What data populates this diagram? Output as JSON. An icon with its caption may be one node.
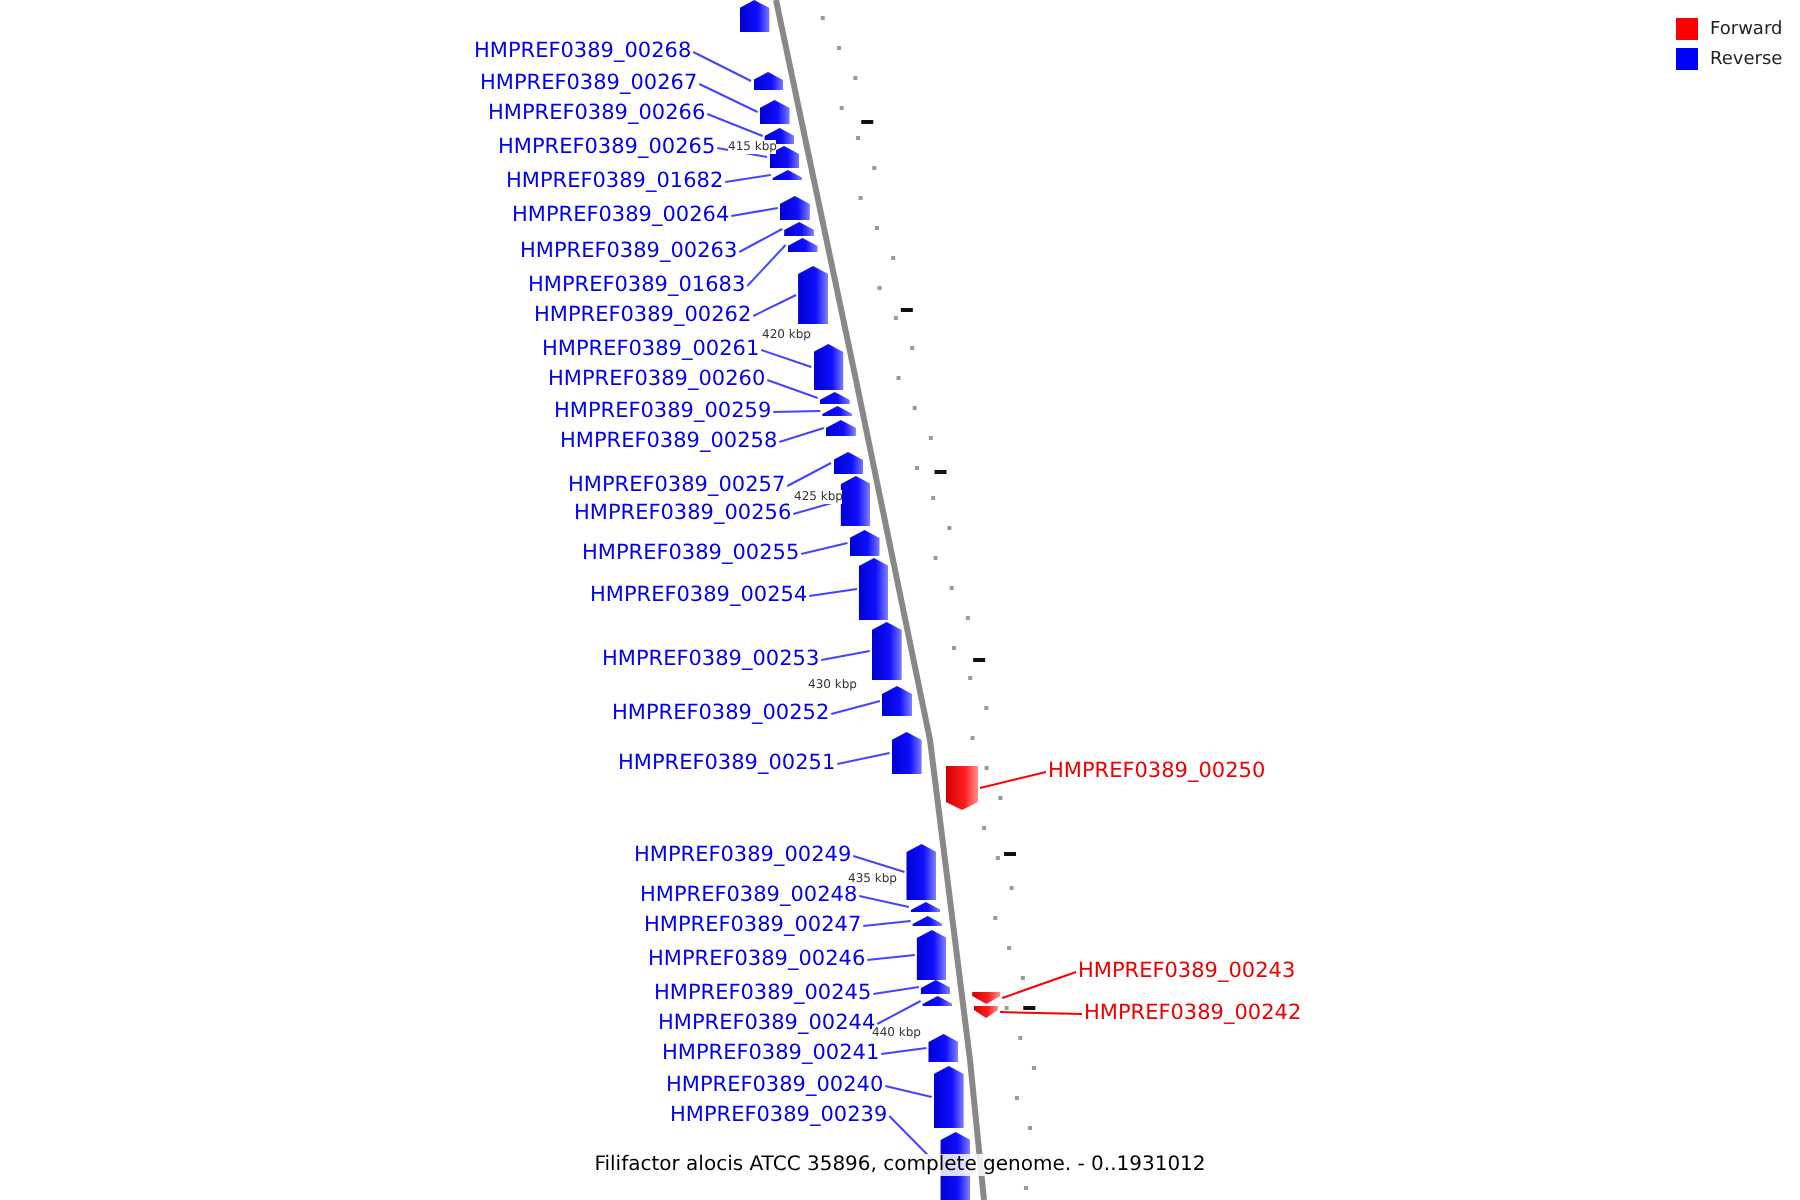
{
  "diagram": {
    "caption": "Filifactor alocis ATCC 35896, complete genome. - 0..1931012",
    "nodes": [
      {
        "text": [
          "HMPREF0389_00268"
        ]
      },
      {
        "text": [
          "HMPREF0389_00267"
        ]
      },
      {
        "text": [
          "HMPREF0389_00266"
        ]
      },
      {
        "text": [
          "HMPREF0389_00265"
        ]
      },
      {
        "text": [
          "HMPREF0389_01682"
        ]
      },
      {
        "text": [
          "HMPREF0389_00264"
        ]
      },
      {
        "text": [
          "HMPREF0389_00263"
        ]
      },
      {
        "text": [
          "HMPREF0389_01683"
        ]
      },
      {
        "text": [
          "HMPREF0389_00262"
        ]
      },
      {
        "text": [
          "HMPREF0389_00261"
        ]
      },
      {
        "text": [
          "HMPREF0389_00260"
        ]
      },
      {
        "text": [
          "HMPREF0389_00259"
        ]
      },
      {
        "text": [
          "HMPREF0389_00258"
        ]
      },
      {
        "text": [
          "HMPREF0389_00257"
        ]
      },
      {
        "text": [
          "HMPREF0389_00256"
        ]
      },
      {
        "text": [
          "HMPREF0389_00255"
        ]
      },
      {
        "text": [
          "HMPREF0389_00254"
        ]
      },
      {
        "text": [
          "HMPREF0389_00253"
        ]
      },
      {
        "text": [
          "HMPREF0389_00252"
        ]
      },
      {
        "text": [
          "HMPREF0389_00251"
        ]
      },
      {
        "text": [
          "HMPREF0389_00250"
        ]
      },
      {
        "text": [
          "HMPREF0389_00249"
        ]
      },
      {
        "text": [
          "HMPREF0389_00248"
        ]
      },
      {
        "text": [
          "HMPREF0389_00247"
        ]
      },
      {
        "text": [
          "HMPREF0389_00246"
        ]
      },
      {
        "text": [
          "HMPREF0389_00243"
        ]
      },
      {
        "text": [
          "HMPREF0389_00245"
        ]
      },
      {
        "text": [
          "HMPREF0389_00242"
        ]
      },
      {
        "text": [
          "HMPREF0389_00244"
        ]
      },
      {
        "text": [
          "HMPREF0389_00241"
        ]
      },
      {
        "text": [
          "HMPREF0389_00240"
        ]
      },
      {
        "text": [
          "HMPREF0389_00239"
        ]
      },
      {
        "text": [],
        "shape": "bar"
      },
      {
        "text": [],
        "shape": "bar"
      },
      {
        "text": [],
        "shape": "bar"
      },
      {
        "text": [],
        "shape": "bar"
      },
      {
        "text": [],
        "shape": "bar"
      },
      {
        "text": [],
        "shape": "bar"
      },
      {
        "text": [],
        "shape": "bar"
      },
      {
        "text": [],
        "shape": "bar"
      },
      {
        "text": [],
        "shape": "bar"
      },
      {
        "text": [],
        "shape": "bar"
      },
      {
        "text": [],
        "shape": "bar"
      },
      {
        "text": [],
        "shape": "bar"
      },
      {
        "text": [],
        "shape": "bar"
      },
      {
        "text": [],
        "shape": "bar"
      },
      {
        "text": [],
        "shape": "bar"
      },
      {
        "text": [],
        "shape": "bar"
      },
      {
        "text": [],
        "shape": "bar"
      },
      {
        "text": [],
        "shape": "bar"
      },
      {
        "text": [],
        "shape": "bar"
      },
      {
        "text": [],
        "shape": "bar"
      },
      {
        "text": [],
        "shape": "bar"
      },
      {
        "text": [],
        "shape": "bar"
      },
      {
        "text": [],
        "shape": "bar"
      },
      {
        "text": [],
        "shape": "bar"
      },
      {
        "text": [],
        "shape": "bar"
      },
      {
        "text": [],
        "shape": "bar"
      },
      {
        "text": [],
        "shape": "bar"
      },
      {
        "text": [],
        "shape": "bar"
      },
      {
        "text": [],
        "shape": "bar"
      },
      {
        "text": [],
        "shape": "bar"
      },
      {
        "text": [],
        "shape": "bar"
      },
      {
        "text": [],
        "shape": "bar"
      },
      {
        "text": [],
        "shape": "bar"
      }
    ],
    "edges": [
      {
        "from": 0,
        "to": 33,
        "arrow": "none"
      },
      {
        "from": 1,
        "to": 34,
        "arrow": "none"
      },
      {
        "from": 2,
        "to": 35,
        "arrow": "none"
      },
      {
        "from": 3,
        "to": 36,
        "arrow": "none"
      },
      {
        "from": 4,
        "to": 37,
        "arrow": "none"
      },
      {
        "from": 5,
        "to": 38,
        "arrow": "none"
      },
      {
        "from": 6,
        "to": 39,
        "arrow": "none"
      },
      {
        "from": 7,
        "to": 40,
        "arrow": "none"
      },
      {
        "from": 8,
        "to": 41,
        "arrow": "none"
      },
      {
        "from": 9,
        "to": 42,
        "arrow": "none"
      },
      {
        "from": 10,
        "to": 43,
        "arrow": "none"
      },
      {
        "from": 11,
        "to": 44,
        "arrow": "none"
      },
      {
        "from": 12,
        "to": 45,
        "arrow": "none"
      },
      {
        "from": 13,
        "to": 46,
        "arrow": "none"
      },
      {
        "from": 14,
        "to": 47,
        "arrow": "none"
      },
      {
        "from": 15,
        "to": 48,
        "arrow": "none"
      },
      {
        "from": 16,
        "to": 49,
        "arrow": "none"
      },
      {
        "from": 17,
        "to": 50,
        "arrow": "none"
      },
      {
        "from": 18,
        "to": 51,
        "arrow": "none"
      },
      {
        "from": 19,
        "to": 52,
        "arrow": "none"
      },
      {
        "from": 20,
        "to": 53,
        "arrow": "none",
        "color": "#ff0000"
      },
      {
        "from": 21,
        "to": 54,
        "arrow": "none"
      },
      {
        "from": 22,
        "to": 55,
        "arrow": "none"
      },
      {
        "from": 23,
        "to": 56,
        "arrow": "none"
      },
      {
        "from": 24,
        "to": 57,
        "arrow": "none"
      },
      {
        "from": 25,
        "to": 58,
        "arrow": "none",
        "color": "#ff0000"
      },
      {
        "from": 26,
        "to": 59,
        "arrow": "none"
      },
      {
        "from": 27,
        "to": 60,
        "arrow": "none",
        "color": "#ff0000"
      },
      {
        "from": 28,
        "to": 61,
        "arrow": "none"
      },
      {
        "from": 29,
        "to": 62,
        "arrow": "none"
      },
      {
        "from": 30,
        "to": 63,
        "arrow": "none"
      },
      {
        "from": 31,
        "to": 64,
        "arrow": "none"
      }
    ],
    "labels": [
      "415 kbp",
      "420 kbp",
      "425 kbp",
      "430 kbp",
      "435 kbp",
      "440 kbp"
    ],
    "legend": [
      {
        "text": "Forward",
        "color": "#ff0000"
      },
      {
        "text": "Reverse",
        "color": "#0000ff"
      }
    ]
  }
}
